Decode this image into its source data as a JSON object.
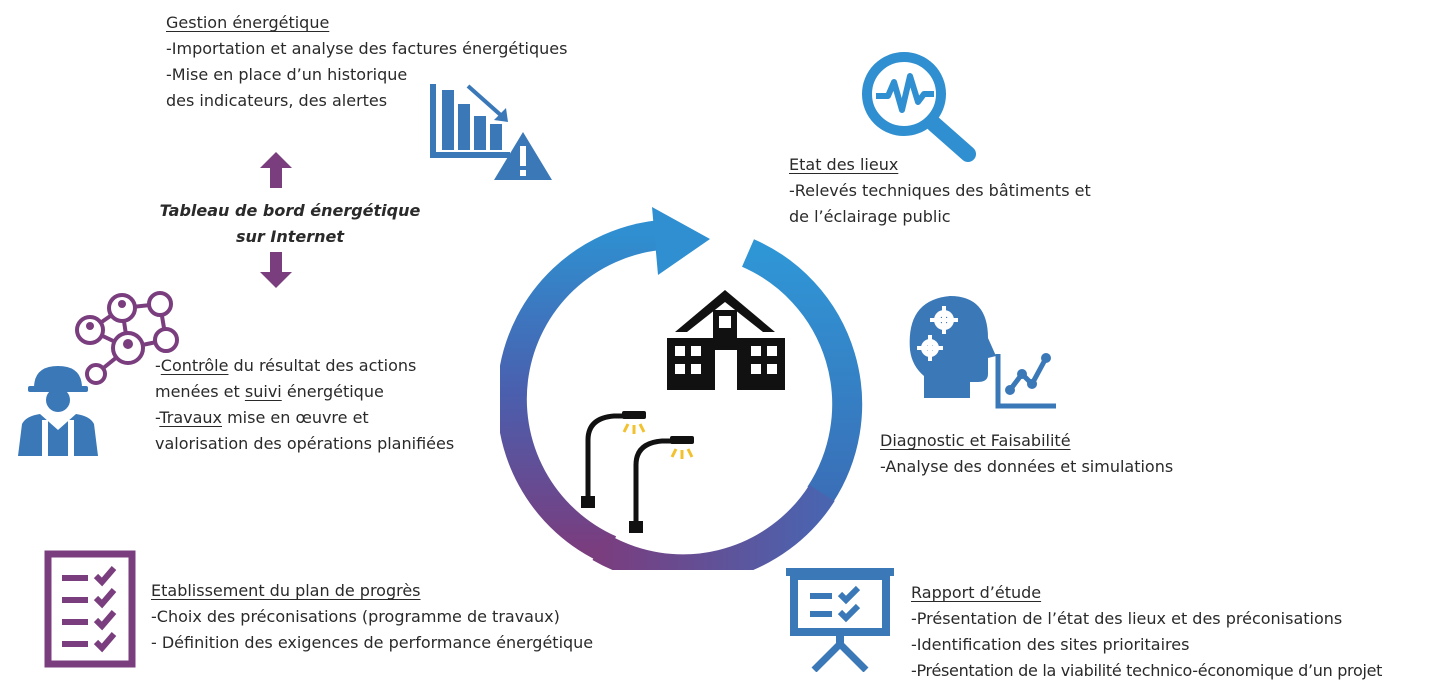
{
  "gestion": {
    "title": "Gestion énergétique",
    "line1": "-Importation et analyse des factures énergétiques",
    "line2": "-Mise en place d’un historique",
    "line3": "des indicateurs, des alertes"
  },
  "dashboard": {
    "line1": "Tableau de bord énergétique",
    "line2": "sur Internet"
  },
  "etat": {
    "title": "Etat des lieux",
    "line1": "-Relevés techniques des bâtiments et",
    "line2": "de l’éclairage public"
  },
  "controle": {
    "prefix": "-",
    "controle": "Contrôle",
    "l1_rest": " du résultat des actions",
    "l2_a": "menées et ",
    "suivi": "suivi",
    "l2_b": " énergétique",
    "l3_prefix": "-",
    "travaux": "Travaux",
    "l3_rest": " mise en œuvre et",
    "line4": "valorisation des opérations planifiées"
  },
  "diagnostic": {
    "title": "Diagnostic et Faisabilité",
    "line1": "-Analyse des données et simulations"
  },
  "plan": {
    "title": "Etablissement du plan de progrès",
    "line1": "-Choix des préconisations (programme de travaux)",
    "line2": "- Définition des exigences de performance énergétique"
  },
  "rapport": {
    "title": "Rapport d’étude",
    "line1": "-Présentation de l’état des lieux et des préconisations",
    "line2": "-Identification des sites prioritaires",
    "line3": "-Présentation de la viabilité technico-économique d’un projet"
  },
  "colors": {
    "blue": "#2f8fd0",
    "blue_dark": "#3b73b9",
    "purple": "#7a3d7e",
    "icon_blue": "#3a78b8",
    "lamp_yellow": "#f2c22e"
  }
}
